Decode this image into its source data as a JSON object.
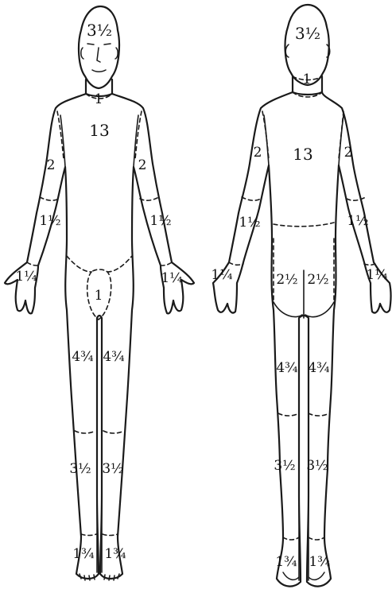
{
  "front": {
    "head": "3½",
    "neck": "1",
    "trunk": "13",
    "upper_arm_left": "2",
    "upper_arm_right": "2",
    "forearm_left": "1½",
    "forearm_right": "1½",
    "hand_left": "1¼",
    "hand_right": "1¼",
    "genitals": "1",
    "thigh_left": "4¾",
    "thigh_right": "4¾",
    "leg_left": "3½",
    "leg_right": "3½",
    "foot_left": "1¾",
    "foot_right": "1¾"
  },
  "back": {
    "head": "3½",
    "neck": "1",
    "trunk": "13",
    "upper_arm_left": "2",
    "upper_arm_right": "2",
    "forearm_left": "1½",
    "forearm_right": "1½",
    "hand_left": "1¼",
    "hand_right": "1¼",
    "buttock_left": "2½",
    "buttock_right": "2½",
    "thigh_left": "4¾",
    "thigh_right": "4¾",
    "leg_left": "3½",
    "leg_right": "3½",
    "foot_left": "1¾",
    "foot_right": "1¾"
  }
}
